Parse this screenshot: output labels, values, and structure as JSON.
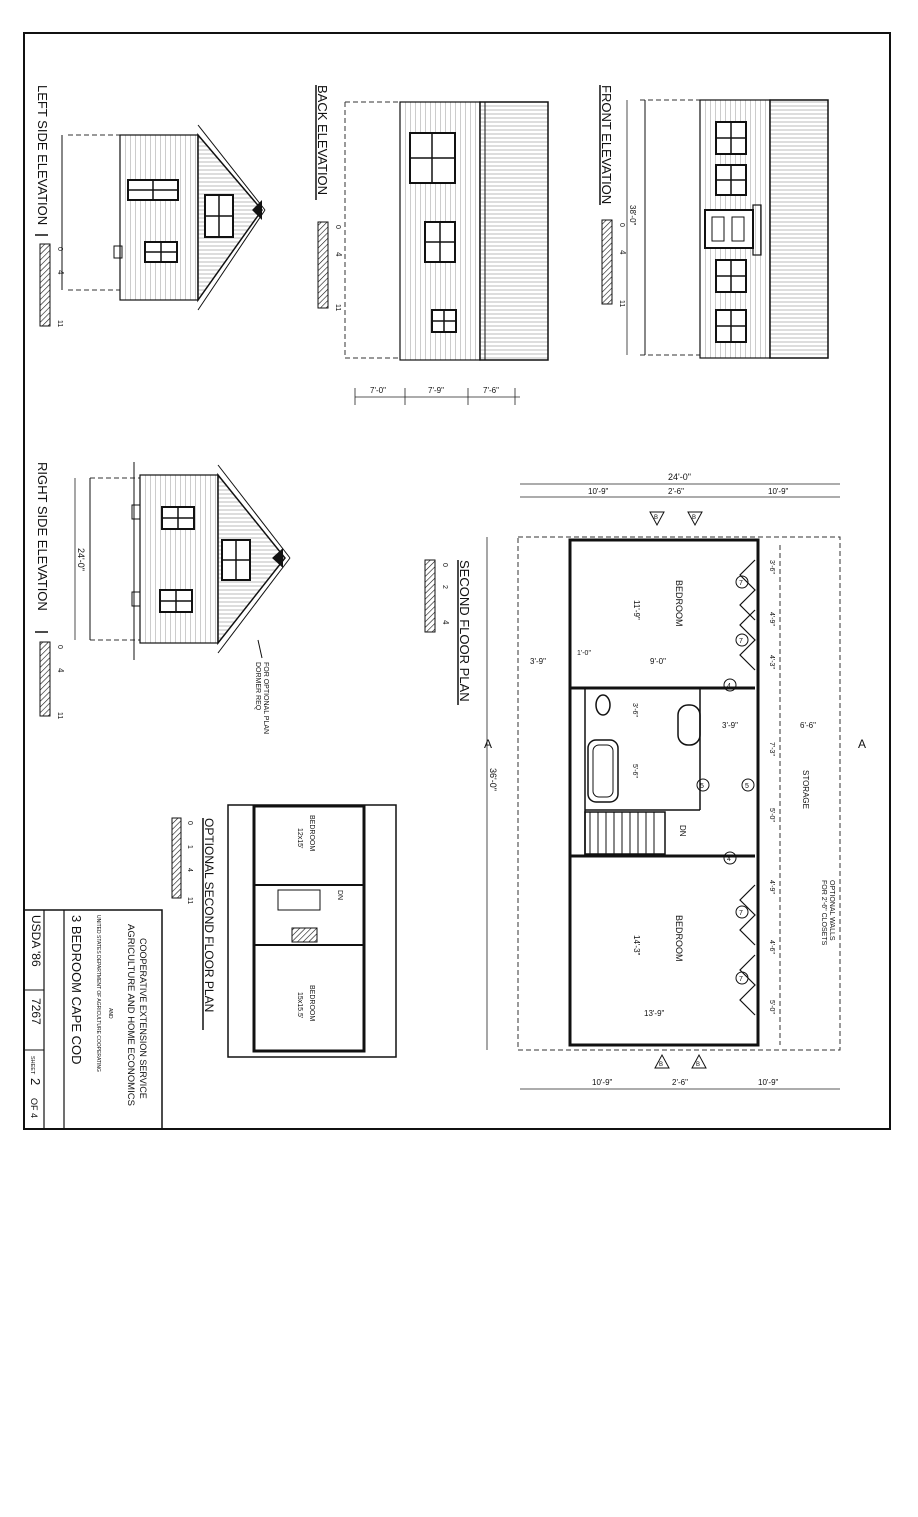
{
  "sheet": {
    "title_block": {
      "agency_line1": "COOPERATIVE EXTENSION SERVICE",
      "agency_line2": "AGRICULTURE AND HOME ECONOMICS",
      "and": "AND",
      "usda_line": "UNITED STATES DEPARTMENT OF AGRICULTURE COOPERATING",
      "plan_name": "3 BEDROOM CAPE COD",
      "usda_label": "USDA '86",
      "plan_number": "7267",
      "sheet_prefix": "SHEET",
      "sheet_number": "2",
      "sheet_of": "OF 4"
    },
    "elevations": {
      "left": "LEFT SIDE ELEVATION",
      "back": "BACK ELEVATION",
      "front": "FRONT ELEVATION",
      "right": "RIGHT SIDE ELEVATION"
    },
    "plans": {
      "second": "SECOND FLOOR PLAN",
      "optional": "OPTIONAL SECOND FLOOR PLAN"
    },
    "rooms": {
      "bedroom1": "BEDROOM",
      "bedroom2": "BEDROOM",
      "storage": "STORAGE",
      "opt_bedroom1": "BEDROOM",
      "opt_bedroom1_size": "12x15'",
      "opt_bedroom2": "BEDROOM",
      "opt_bedroom2_size": "15x15.5'",
      "dn": "DN",
      "opt_dn": "DN"
    },
    "notes": {
      "dormer1": "DORMER REQ",
      "dormer2": "FOR OPTIONAL PLAN",
      "walls1": "OPTIONAL WALLS",
      "walls2": "FOR 2'-6\" CLOSETS"
    },
    "dimensions": {
      "overall_width": "24'-0\"",
      "top_left": "10'-9\"",
      "top_mid": "2'-6\"",
      "top_right": "10'-9\"",
      "bottom_left": "10'-9\"",
      "bottom_mid": "2'-6\"",
      "bottom_right": "10'-9\"",
      "overall_length": "36'-0\"",
      "side_height": "24'-0\"",
      "front_height": "38'-0\"",
      "back_1": "7'-0\"",
      "back_2": "7'-9\"",
      "back_3": "7'-6\"",
      "d_11_9": "11'-9\"",
      "d_14_3": "14'-3\"",
      "d_13_9": "13'-9\"",
      "d_9_0": "9'-0\"",
      "d_3_9a": "3'-9\"",
      "d_1_0": "1'-0\"",
      "d_3_6": "3'-6\"",
      "d_5_6": "5'-6\"",
      "d_3_9b": "3'-9\"",
      "d_6_6": "6'-6\"",
      "d_7_3": "7'-3\"",
      "d_5_0a": "5'-0\"",
      "d_3_6b": "3'-6\"",
      "d_4_9a": "4'-9\"",
      "d_4_3": "4'-3\"",
      "d_4_9b": "4'-9\"",
      "d_4_6": "4'-6\"",
      "d_5_0b": "5'-0\""
    },
    "tags": {
      "door7a": "7",
      "door7b": "7",
      "door7c": "7",
      "door7d": "7",
      "door4a": "4",
      "door4b": "4",
      "door5": "5",
      "door5b": "5",
      "winB1": "B",
      "winB2": "B",
      "winB3": "B",
      "winB4": "B",
      "section_a": "A",
      "section_b": "A"
    },
    "scale": {
      "zero": "0",
      "one": "1",
      "two": "2",
      "four": "4",
      "eleven": "11"
    }
  }
}
